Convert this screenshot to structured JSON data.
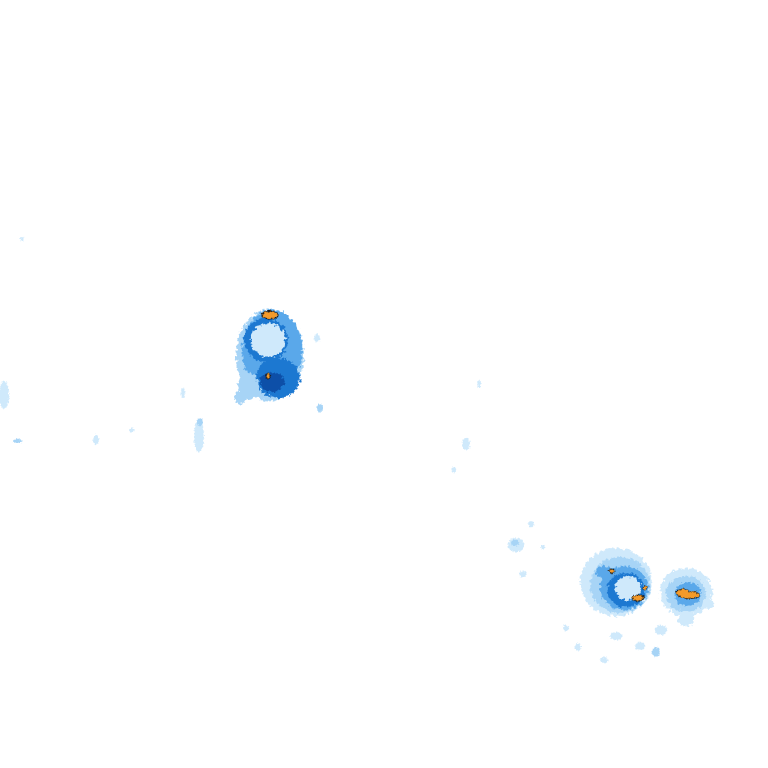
{
  "map": {
    "layer": "precipitation-radar",
    "background_color": "#ffffff",
    "intensity_palette": {
      "very_light": "#cfe9fb",
      "light": "#a7d4f6",
      "medium": "#5aa8ea",
      "heavy": "#1f78d1",
      "very_heavy": "#0b4fa8",
      "extreme": "#f39a2b",
      "extreme_outline": "#1a1a1a"
    },
    "echo_cells": [
      {
        "name": "northwest-storm-cell",
        "intensity_levels": [
          "light",
          "medium",
          "heavy",
          "extreme"
        ]
      },
      {
        "name": "southeast-storm-cell-west",
        "intensity_levels": [
          "light",
          "medium",
          "heavy",
          "extreme"
        ]
      },
      {
        "name": "southeast-storm-cell-east",
        "intensity_levels": [
          "light",
          "medium",
          "heavy",
          "extreme"
        ]
      },
      {
        "name": "scattered-light-echoes",
        "intensity_levels": [
          "very_light",
          "light"
        ]
      }
    ]
  }
}
